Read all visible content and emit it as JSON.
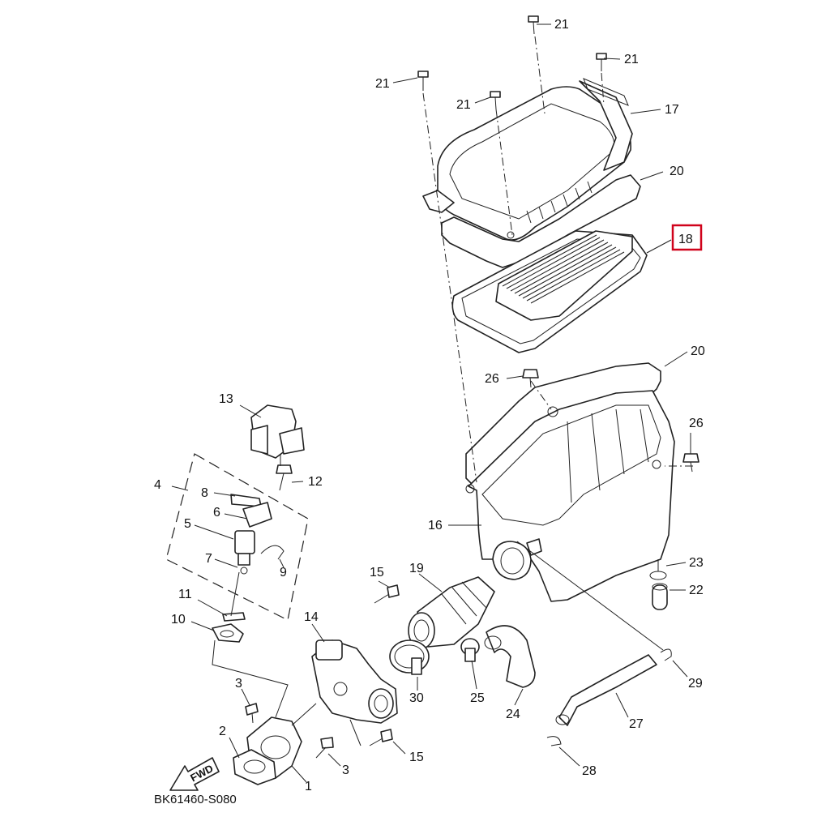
{
  "diagram": {
    "code": "BK61460-S080",
    "fwd_label": "FWD",
    "highlight_color": "#d0021b",
    "highlighted": "18",
    "callouts": [
      "21",
      "21",
      "21",
      "21",
      "17",
      "20",
      "18",
      "20",
      "26",
      "26",
      "13",
      "12",
      "4",
      "8",
      "6",
      "5",
      "9",
      "7",
      "16",
      "23",
      "22",
      "15",
      "19",
      "11",
      "10",
      "14",
      "30",
      "25",
      "24",
      "29",
      "27",
      "3",
      "2",
      "15",
      "3",
      "1",
      "28"
    ]
  }
}
